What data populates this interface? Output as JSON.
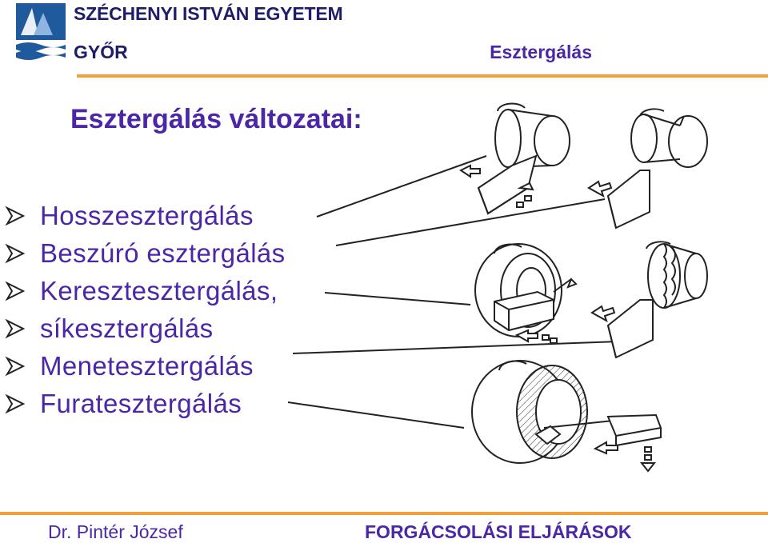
{
  "header": {
    "university": "SZÉCHENYI ISTVÁN EGYETEM",
    "city": "GYŐR",
    "section": "Esztergálás"
  },
  "slide": {
    "title": "Esztergálás változatai:",
    "bullets": [
      "Hosszesztergálás",
      "Beszúró esztergálás",
      "Keresztesztergálás,",
      "síkesztergálás",
      "Menetesztergálás",
      "Furatesztergálás"
    ]
  },
  "footer": {
    "author": "Dr. Pintér József",
    "course": "FORGÁCSOLÁSI ELJÁRÁSOK"
  },
  "colors": {
    "accent": "#4b27a8",
    "rule": "#f2a13a",
    "logo_blue": "#1f5a9c"
  }
}
